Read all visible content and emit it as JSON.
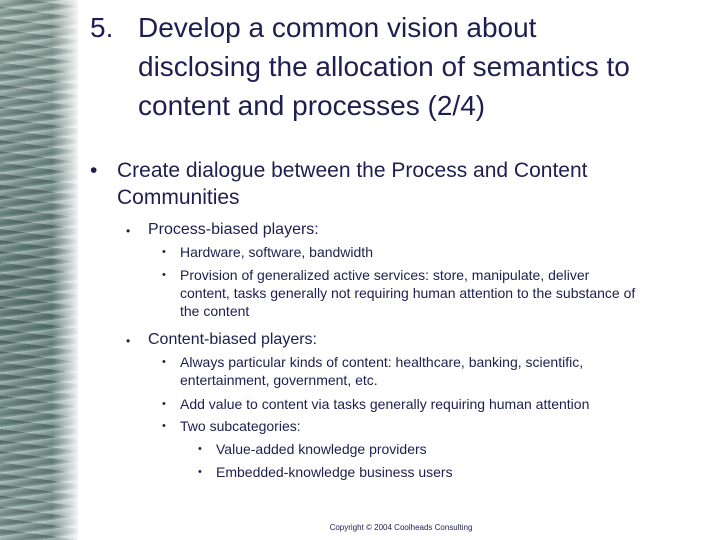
{
  "slide": {
    "title": {
      "number": "5.",
      "line1": "Develop a common vision about",
      "line2": "disclosing the allocation of semantics to",
      "line3": "content and processes (2/4)"
    },
    "main_bullet": {
      "line1": "Create dialogue between the Process and Content",
      "line2": "Communities"
    },
    "process_players": {
      "heading": "Process-biased players:",
      "items": [
        {
          "lines": [
            "Hardware, software, bandwidth"
          ]
        },
        {
          "lines": [
            "Provision of generalized active services: store, manipulate, deliver",
            "content, tasks generally not requiring human attention to the substance of",
            "the content"
          ]
        }
      ]
    },
    "content_players": {
      "heading": "Content-biased players:",
      "items": [
        {
          "lines": [
            "Always particular kinds of content: healthcare, banking, scientific,",
            "entertainment, government, etc."
          ]
        },
        {
          "lines": [
            "Add value to content via tasks generally requiring human attention"
          ]
        },
        {
          "lines": [
            "Two subcategories:"
          ]
        }
      ],
      "subcategories": [
        "Value-added knowledge providers",
        "Embedded-knowledge business users"
      ]
    },
    "bullet_glyph": "•",
    "footer": "Copyright © 2004 Coolheads Consulting"
  }
}
